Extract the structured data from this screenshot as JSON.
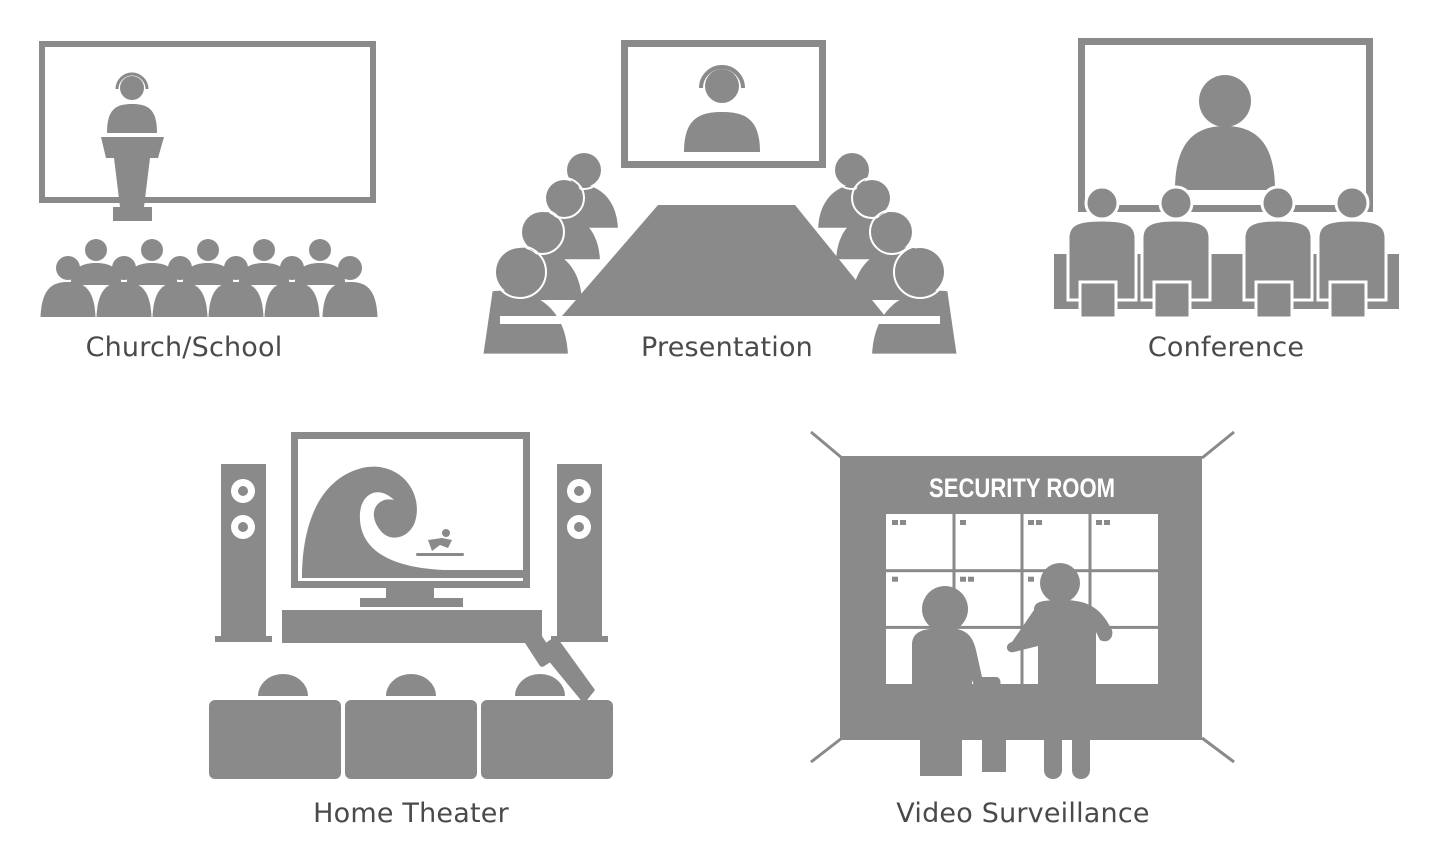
{
  "colors": {
    "icon": "#8a8a8a",
    "background": "#ffffff",
    "caption": "#4a4a4a"
  },
  "scenes": [
    {
      "id": "church-school",
      "label": "Church/School",
      "icons": [
        "projection-screen-icon",
        "speaker-at-podium-icon",
        "audience-icon"
      ]
    },
    {
      "id": "presentation",
      "label": "Presentation",
      "icons": [
        "monitor-icon",
        "headset-presenter-icon",
        "meeting-table-icon",
        "attendees-icon"
      ]
    },
    {
      "id": "conference",
      "label": "Conference",
      "icons": [
        "large-screen-icon",
        "remote-speaker-icon",
        "seated-attendees-icon"
      ]
    },
    {
      "id": "home-theater",
      "label": "Home Theater",
      "icons": [
        "tv-icon",
        "wave-surfer-icon",
        "tower-speaker-icon",
        "soundbar-icon",
        "sofa-icon",
        "remote-control-icon"
      ]
    },
    {
      "id": "video-surveillance",
      "label": "Video Surveillance",
      "icons": [
        "security-room-icon",
        "monitor-wall-icon",
        "seated-operator-icon",
        "standing-operator-icon"
      ]
    }
  ],
  "security_room": {
    "sign_text": "SECURITY ROOM"
  }
}
